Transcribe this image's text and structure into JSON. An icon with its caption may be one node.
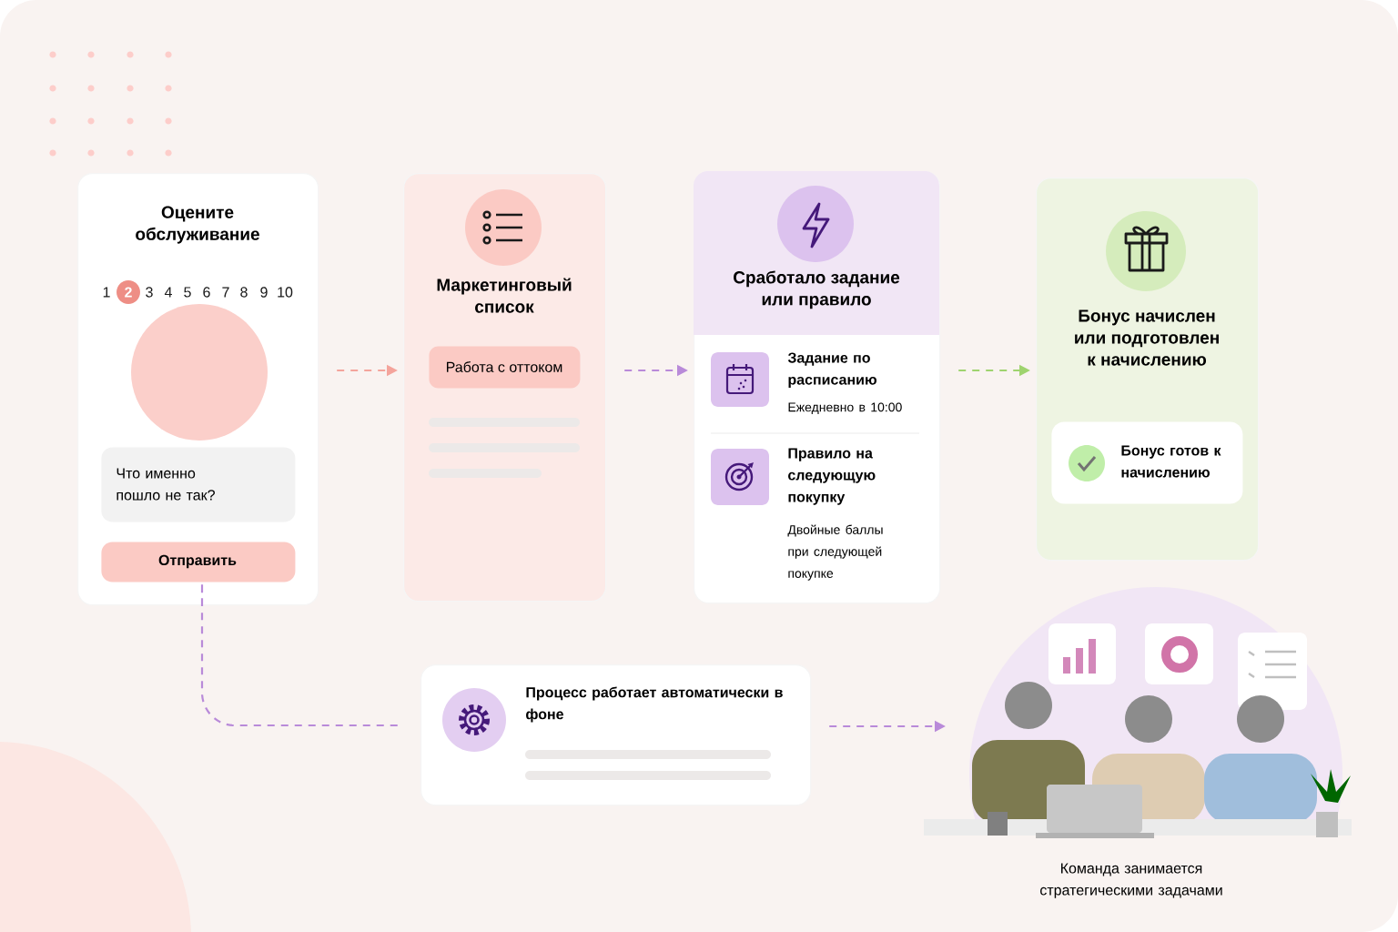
{
  "diagram": {
    "nodes": [
      {
        "text": [
          "Оцените обслуживание"
        ]
      },
      {
        "text": [
          "Что именно пошло не так?"
        ],
        "in": 0
      },
      {
        "text": [
          "Отправить"
        ],
        "in": 0
      },
      {
        "text": [
          "Маркетинговый список"
        ]
      },
      {
        "text": [
          "Работа с оттоком"
        ],
        "in": 3
      },
      {
        "text": [
          "Сработало задание или правило"
        ]
      },
      {
        "text": [
          "Задание по расписанию",
          "Ежедневно в 10:00"
        ],
        "in": 5
      },
      {
        "text": [
          "Правило на следующую покупку",
          "Двойные баллы при следующей покупке"
        ],
        "in": 5
      },
      {
        "text": [
          "Бонус начислен или подготовлен к начислению"
        ]
      },
      {
        "text": [
          "Бонус готов к начислению"
        ],
        "in": 8
      },
      {
        "text": [
          "Процесс работает автоматически в фоне"
        ]
      },
      {
        "text": [
          "Команда занимается стратегическими задачами"
        ]
      }
    ],
    "edges": [
      {
        "from": 0,
        "to": 3,
        "arrow": "to",
        "style": "dashed",
        "color": "#f4a49c"
      },
      {
        "from": 3,
        "to": 5,
        "arrow": "to",
        "style": "dashed"
      },
      {
        "from": 5,
        "to": 8,
        "arrow": "to",
        "style": "dashed",
        "color": "#9fd36f"
      },
      {
        "from": 0,
        "to": 10,
        "arrow": "none",
        "style": "dashed"
      },
      {
        "from": 10,
        "to": 11,
        "arrow": "to",
        "style": "dashed"
      }
    ],
    "labels": [
      "1",
      "2",
      "3",
      "4",
      "5",
      "6",
      "7",
      "8",
      "9",
      "10"
    ]
  }
}
